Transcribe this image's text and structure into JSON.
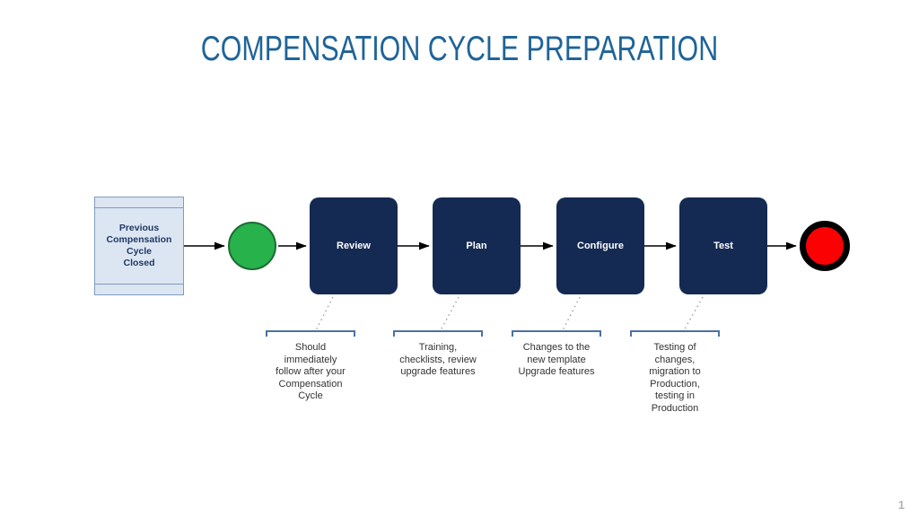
{
  "title": "COMPENSATION CYCLE PREPARATION",
  "page_number": "1",
  "colors": {
    "title_blue": "#1f6498",
    "task_navy": "#142a52",
    "task_text": "#ffffff",
    "prev_box_fill": "#dce6f2",
    "prev_box_border": "#7f9cbf",
    "prev_box_text": "#1f3864",
    "start_event_green": "#27b24b",
    "end_event_red": "#fb0104",
    "end_event_ring": "#000000",
    "annotation_bracket_blue": "#4a72a4",
    "annotation_text": "#333333",
    "arrow_black": "#000000",
    "dotted_connector_gray": "#8f9aa6"
  },
  "flow": {
    "previous_box": {
      "label": "Previous\nCompensation Cycle\nClosed"
    },
    "start_event": {
      "shape": "green-circle"
    },
    "tasks": [
      {
        "label": "Review",
        "note": "Should\nimmediately\nfollow after your\nCompensation\nCycle"
      },
      {
        "label": "Plan",
        "note": "Training,\nchecklists, review\nupgrade features"
      },
      {
        "label": "Configure",
        "note": "Changes to the\nnew template\nUpgrade features"
      },
      {
        "label": "Test",
        "note": "Testing of\nchanges,\nmigration to\nProduction,\ntesting in\nProduction"
      }
    ],
    "end_event": {
      "shape": "red-circle"
    }
  }
}
